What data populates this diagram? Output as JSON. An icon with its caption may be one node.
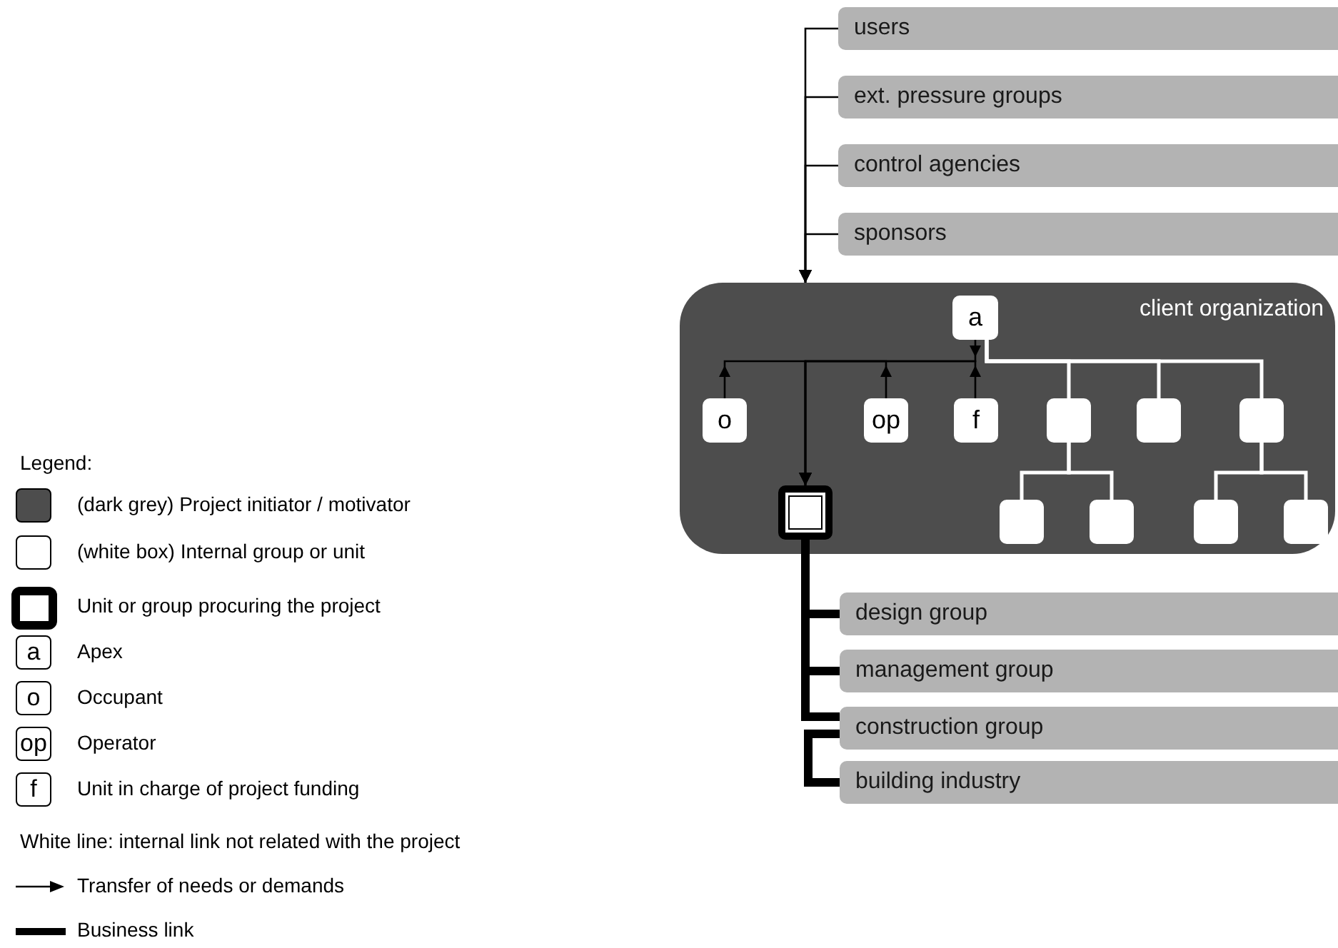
{
  "diagram": {
    "nodes": [
      {
        "text": [
          "users"
        ]
      },
      {
        "text": [
          "ext. pressure groups"
        ]
      },
      {
        "text": [
          "control agencies"
        ]
      },
      {
        "text": [
          "sponsors"
        ]
      },
      {
        "text": [
          "client organization"
        ]
      },
      {
        "text": [
          "a"
        ],
        "in": 4
      },
      {
        "text": [
          "o"
        ],
        "in": 4
      },
      {
        "text": [
          "op"
        ],
        "in": 4
      },
      {
        "text": [
          "f"
        ],
        "in": 4
      },
      {
        "text": [],
        "shape": "box",
        "in": 4
      },
      {
        "text": [],
        "shape": "box",
        "in": 4
      },
      {
        "text": [],
        "shape": "box",
        "in": 4
      },
      {
        "text": [],
        "shape": "box",
        "in": 4
      },
      {
        "text": [],
        "shape": "box",
        "in": 4
      },
      {
        "text": [],
        "shape": "box",
        "in": 4
      },
      {
        "text": [],
        "shape": "box",
        "in": 4
      },
      {
        "text": [],
        "shape": "box",
        "in": 4
      },
      {
        "text": [
          "design group"
        ]
      },
      {
        "text": [
          "management group"
        ]
      },
      {
        "text": [
          "construction group"
        ]
      },
      {
        "text": [
          "building industry"
        ]
      }
    ],
    "edges": [
      {
        "from": 0,
        "to": 4,
        "arrow": "to"
      },
      {
        "from": 1,
        "to": 4,
        "arrow": "to"
      },
      {
        "from": 2,
        "to": 4,
        "arrow": "to"
      },
      {
        "from": 3,
        "to": 4,
        "arrow": "to"
      },
      {
        "from": 5,
        "to": 16,
        "arrow": "to"
      },
      {
        "from": 6,
        "to": 16,
        "arrow": "to"
      },
      {
        "from": 7,
        "to": 16,
        "arrow": "to"
      },
      {
        "from": 8,
        "to": 16,
        "arrow": "to"
      },
      {
        "from": 5,
        "to": 9,
        "arrow": "none",
        "color": "#ffffff"
      },
      {
        "from": 5,
        "to": 10,
        "arrow": "none",
        "color": "#ffffff"
      },
      {
        "from": 5,
        "to": 11,
        "arrow": "none",
        "color": "#ffffff"
      },
      {
        "from": 9,
        "to": 12,
        "arrow": "none",
        "color": "#ffffff"
      },
      {
        "from": 9,
        "to": 13,
        "arrow": "none",
        "color": "#ffffff"
      },
      {
        "from": 11,
        "to": 14,
        "arrow": "none",
        "color": "#ffffff"
      },
      {
        "from": 11,
        "to": 15,
        "arrow": "none",
        "color": "#ffffff"
      },
      {
        "from": 16,
        "to": 17,
        "arrow": "none",
        "style": "thick"
      },
      {
        "from": 16,
        "to": 18,
        "arrow": "none",
        "style": "thick"
      },
      {
        "from": 16,
        "to": 19,
        "arrow": "none",
        "style": "thick"
      },
      {
        "from": 19,
        "to": 20,
        "arrow": "none",
        "style": "thick"
      }
    ],
    "labels": [
      "Legend:",
      "a",
      "o",
      "op",
      "f"
    ],
    "legend": [
      {
        "text": "(dark grey) Project initiator / motivator",
        "color": "#4d4d4d"
      },
      {
        "text": "(white box) Internal group or unit",
        "color": "#ffffff"
      },
      {
        "text": "Unit or group procuring the project"
      },
      {
        "text": "Apex"
      },
      {
        "text": "Occupant"
      },
      {
        "text": "Operator"
      },
      {
        "text": "Unit in charge of project funding"
      },
      {
        "text": "White line: internal link not related with the project"
      },
      {
        "text": "Transfer of needs or demands"
      },
      {
        "text": "Business link"
      }
    ]
  }
}
